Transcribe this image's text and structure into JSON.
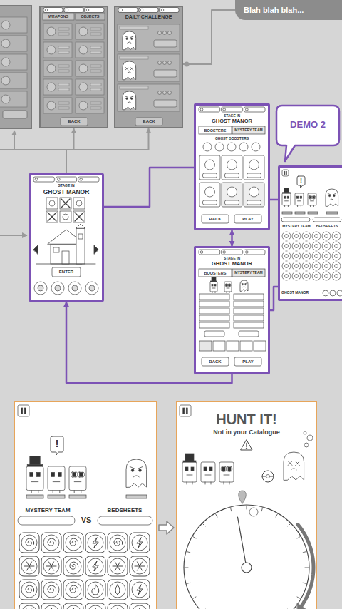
{
  "diagram": {
    "nodes": [
      {
        "text": [
          "Blah blah blah..."
        ]
      },
      {
        "text": [
          "WEAPONS",
          "OBJECTS",
          "BACK"
        ]
      },
      {
        "text": [
          "DAILY CHALLENGE",
          "BACK"
        ]
      },
      {
        "text": [
          "STAGE IN",
          "GHOST MANOR",
          "ENTER"
        ]
      },
      {
        "text": [
          "STAGE IN",
          "GHOST MANOR",
          "BOOSTERS",
          "MYSTERY TEAM",
          "GHOST BOOSTERS",
          "BACK",
          "PLAY"
        ]
      },
      {
        "text": [
          "STAGE IN",
          "GHOST MANOR",
          "BOOSTERS",
          "MYSTERY TEAM",
          "BACK",
          "PLAY"
        ]
      },
      {
        "text": [
          "DEMO 2"
        ]
      },
      {
        "text": [
          "MYSTERY TEAM",
          "BEDSHEETS",
          "GHOST MANOR"
        ]
      },
      {
        "text": [
          "!"
        ],
        "in": 7
      },
      {
        "text": [
          "MYSTERY TEAM",
          "VS",
          "BEDSHEETS"
        ]
      },
      {
        "text": [
          "!"
        ],
        "in": 9
      },
      {
        "text": [
          "HUNT IT!",
          "Not in your Catalogue"
        ]
      }
    ],
    "edges": [
      {
        "from": 2,
        "to": 0,
        "arrow": "none"
      },
      {
        "from": 3,
        "to": 1,
        "arrow": "to"
      },
      {
        "from": 3,
        "to": 2,
        "arrow": "to"
      },
      {
        "from": 3,
        "to": 4,
        "arrow": "none"
      },
      {
        "from": 4,
        "to": 5,
        "arrow": "both"
      },
      {
        "from": 5,
        "to": 3,
        "arrow": "to"
      },
      {
        "from": 4,
        "to": 7,
        "arrow": "none"
      },
      {
        "from": 5,
        "to": 7,
        "arrow": "none"
      },
      {
        "from": 9,
        "to": 11,
        "arrow": "to"
      }
    ]
  }
}
